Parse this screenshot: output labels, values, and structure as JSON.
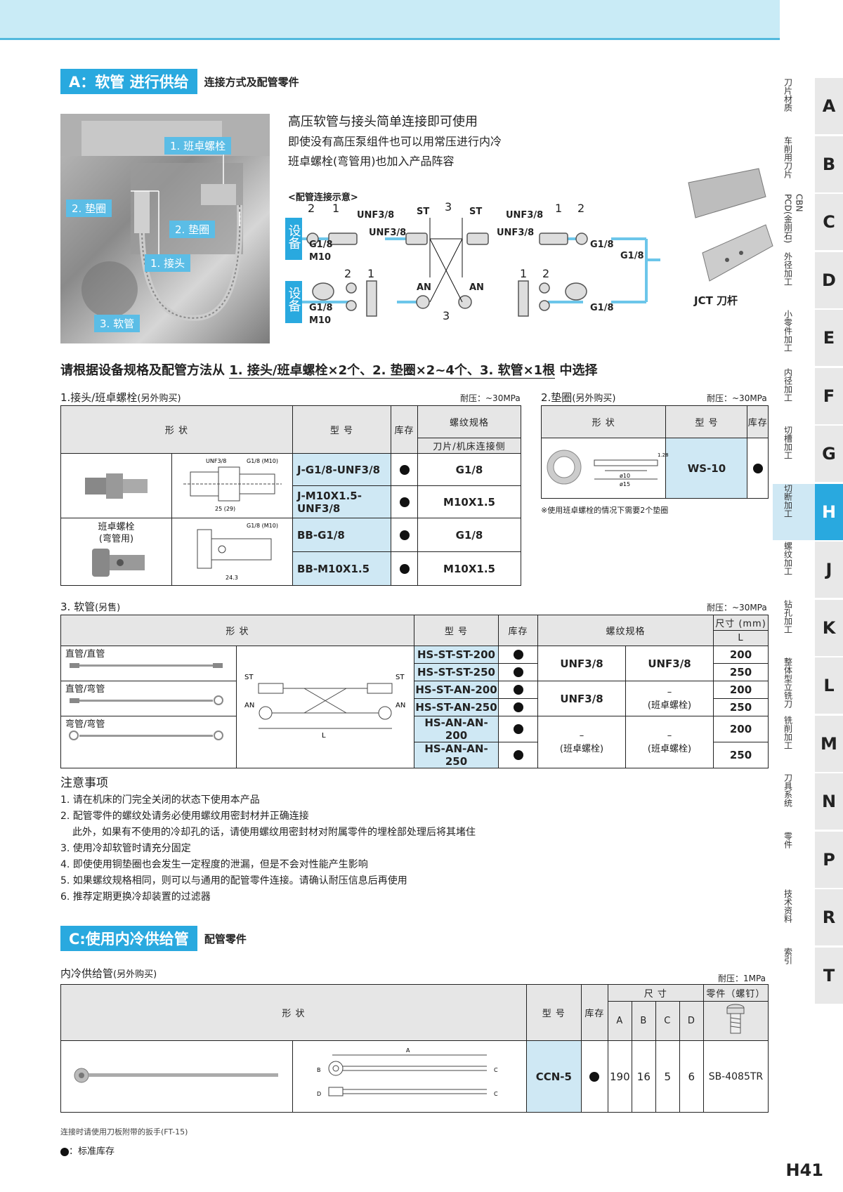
{
  "secA": {
    "tag": "A：软管 进行供给",
    "sub": "连接方式及配管零件"
  },
  "photo_labels": [
    "1. 班卓螺栓",
    "2. 垫圈",
    "2. 垫圈",
    "1. 接头",
    "3. 软管"
  ],
  "intro": [
    "高压软管与接头简单连接即可使用",
    "即使没有高压泵组件也可以用常压进行内冷",
    "班卓螺栓(弯管用)也加入产品阵容"
  ],
  "schematic": {
    "title": "<配管连接示意>",
    "equip": "设备",
    "g18": "G1/8",
    "m10": "M10",
    "unf": "UNF3/8",
    "st": "ST",
    "an": "AN",
    "n1": "1",
    "n2": "2",
    "n3": "3",
    "jct": "JCT 刀杆"
  },
  "select": {
    "pre": "请根据设备规格及配管方法从",
    "p1": "1. 接头/班卓螺栓×2个、",
    "p2": "2. 垫圈×2~4个、",
    "p3": "3. 软管×1根",
    "post": "中选择"
  },
  "t1": {
    "title": "1.接头/班卓螺栓",
    "title_sub": "(另外购买)",
    "pressure": "耐压：~30MPa",
    "h_shape": "形 状",
    "h_model": "型 号",
    "h_stock": "库存",
    "h_thread": "螺纹规格",
    "h_thread2": "刀片/机床连接侧",
    "banjo_label": "班卓螺栓",
    "banjo_label2": "(弯管用)",
    "dim1": "UNF3/8",
    "dim2": "G1/8 (M10)",
    "dim3": "25 (29)",
    "dim4": "G1/8 (M10)",
    "dim5": "24.3",
    "rows": [
      {
        "model": "J-G1/8-UNF3/8",
        "thread": "G1/8"
      },
      {
        "model": "J-M10X1.5-UNF3/8",
        "thread": "M10X1.5"
      },
      {
        "model": "BB-G1/8",
        "thread": "G1/8"
      },
      {
        "model": "BB-M10X1.5",
        "thread": "M10X1.5"
      }
    ]
  },
  "t2": {
    "title": "2.垫圈",
    "title_sub": "(另外购买)",
    "pressure": "耐压：~30MPa",
    "h_shape": "形 状",
    "h_model": "型 号",
    "h_stock": "库存",
    "model": "WS-10",
    "d1": "ø10",
    "d2": "ø15",
    "d3": "1.28",
    "note": "※使用班卓螺栓的情况下需要2个垫圈"
  },
  "t3": {
    "title": "3. 软管",
    "title_sub": "(另售)",
    "pressure": "耐压：~30MPa",
    "h_shape": "形 状",
    "h_model": "型 号",
    "h_stock": "库存",
    "h_thread": "螺纹规格",
    "h_size": "尺寸 (mm)",
    "h_L": "L",
    "st": "ST",
    "an": "AN",
    "L": "L",
    "types": [
      "直管/直管",
      "直管/弯管",
      "弯管/弯管"
    ],
    "rows": [
      {
        "model": "HS-ST-ST-200",
        "L": "200"
      },
      {
        "model": "HS-ST-ST-250",
        "L": "250"
      },
      {
        "model": "HS-ST-AN-200",
        "L": "200"
      },
      {
        "model": "HS-ST-AN-250",
        "L": "250"
      },
      {
        "model": "HS-AN-AN-200",
        "L": "200"
      },
      {
        "model": "HS-AN-AN-250",
        "L": "250"
      }
    ],
    "thr": {
      "a1": "UNF3/8",
      "a2": "UNF3/8",
      "b1": "UNF3/8",
      "b2": "–",
      "b3": "(班卓螺栓)",
      "c1": "–",
      "c2": "(班卓螺栓)",
      "c3": "–",
      "c4": "(班卓螺栓)"
    }
  },
  "notes": {
    "h": "注意事项",
    "items": [
      "1. 请在机床的门完全关闭的状态下使用本产品",
      "2. 配管零件的螺纹处请务必使用螺纹用密封材并正确连接",
      "此外，如果有不使用的冷却孔的话，请使用螺纹用密封材对附属零件的埋栓部处理后将其堵住",
      "3. 使用冷却软管时请充分固定",
      "4. 即使使用铜垫圈也会发生一定程度的泄漏，但是不会对性能产生影响",
      "5. 如果螺纹规格相同，则可以与通用的配管零件连接。请确认耐压信息后再使用",
      "6. 推荐定期更换冷却装置的过滤器"
    ]
  },
  "secC": {
    "tag": "C:使用内冷供给管",
    "sub": "配管零件"
  },
  "t4": {
    "title": "内冷供给管",
    "title_sub": "(另外购买)",
    "pressure": "耐压：1MPa",
    "h_shape": "形 状",
    "h_model": "型 号",
    "h_stock": "库存",
    "h_size": "尺 寸",
    "h_A": "A",
    "h_B": "B",
    "h_C": "C",
    "h_D": "D",
    "h_part": "零件（螺钉）",
    "model": "CCN-5",
    "A": "190",
    "B": "16",
    "C": "5",
    "D": "6",
    "part": "SB-4085TR",
    "dA": "A",
    "dB": "B",
    "dC": "C",
    "dD": "D"
  },
  "foot1": "连接时请使用刀板附带的扳手(FT-15)",
  "foot2": "：标准库存",
  "page": "H41",
  "side": [
    {
      "t": "刀片材质",
      "l": "A"
    },
    {
      "t": "车削用刀片",
      "l": "B"
    },
    {
      "t": "PCD(金刚石)",
      "t2": "CBN",
      "l": "C"
    },
    {
      "t": "外径加工",
      "l": "D"
    },
    {
      "t": "小零件加工",
      "l": "E"
    },
    {
      "t": "内径加工",
      "l": "F"
    },
    {
      "t": "切槽加工",
      "l": "G"
    },
    {
      "t": "切断加工",
      "l": "H"
    },
    {
      "t": "螺纹加工",
      "l": "J"
    },
    {
      "t": "钻孔加工",
      "l": "K"
    },
    {
      "t": "整体型立铣刀",
      "l": "L"
    },
    {
      "t": "铣削加工",
      "l": "M"
    },
    {
      "t": "刀具系统",
      "l": "N"
    },
    {
      "t": "零件",
      "l": "P"
    },
    {
      "t": "技术资料",
      "l": "R"
    },
    {
      "t": "索引",
      "l": "T"
    }
  ],
  "colors": {
    "accent": "#29a9df",
    "light": "#cfe8f4",
    "header": "#e6e6e6"
  }
}
